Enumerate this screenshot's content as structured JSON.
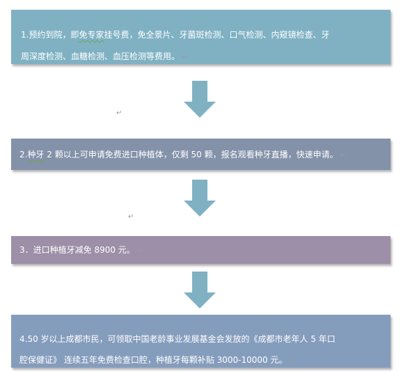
{
  "return_mark": "↵",
  "steps": [
    {
      "line1_prefix": "1.预约到院，即",
      "line1_under": "免专家",
      "line1_suffix": "挂号费，免全景片、牙菌斑检测、口气检测、内窥镜检查、牙",
      "line2": "周深度检测、血糖检测、血压检测等费用。"
    },
    {
      "line1_prefix": "2.",
      "line1_under": "种牙",
      "line1_suffix": " 2 颗以上可申请免费进口种植体，仅剩 50 颗，报名观看种牙直播，快速申请。"
    },
    {
      "line1": "3．进口种植牙减免 8900 元。"
    },
    {
      "line1": "4.50 岁以上成都市民，可领取中国老龄事业发展基金会发放的《成都市老年人 5 年口",
      "line2": "腔保健证》 连续五年免费检查口腔，种植牙每颗补贴 3000-10000 元。"
    }
  ],
  "colors": {
    "box1": "#7fb1c3",
    "box2": "#8391a9",
    "box3": "#9d8fa8",
    "box4": "#859dbd",
    "arrow": "#7fb1c3"
  }
}
